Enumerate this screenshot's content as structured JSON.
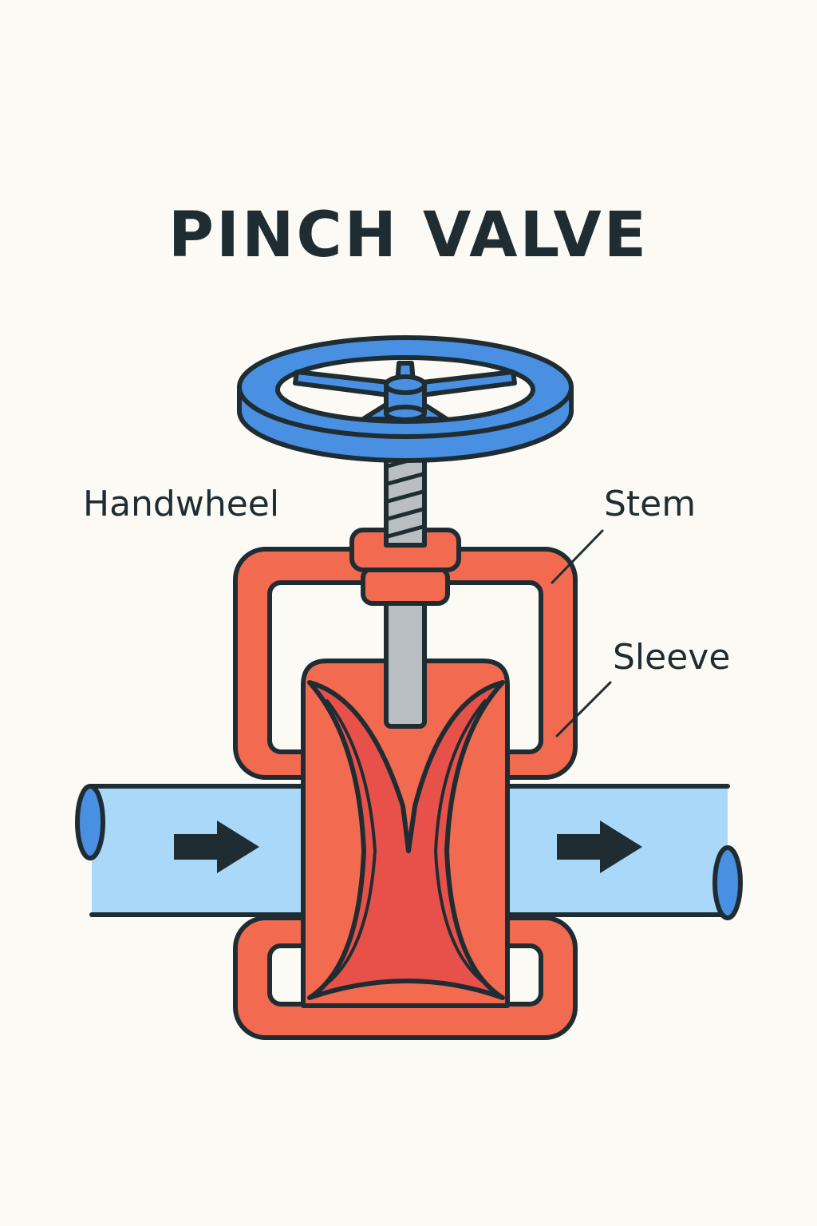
{
  "title": "PINCH VALVE",
  "labels": {
    "handwheel": "Handwheel",
    "stem": "Stem",
    "sleeve": "Sleeve"
  },
  "colors": {
    "background": "#fbfaf4",
    "outline": "#1f2d33",
    "handwheel": "#4a90e2",
    "body": "#f26a50",
    "sleeve": "#e8504a",
    "pipe": "#a9d8f9",
    "pipe_end": "#4a90e2",
    "stem": "#b8bec2"
  },
  "flow_arrows": [
    "right-arrow-icon",
    "right-arrow-icon"
  ]
}
